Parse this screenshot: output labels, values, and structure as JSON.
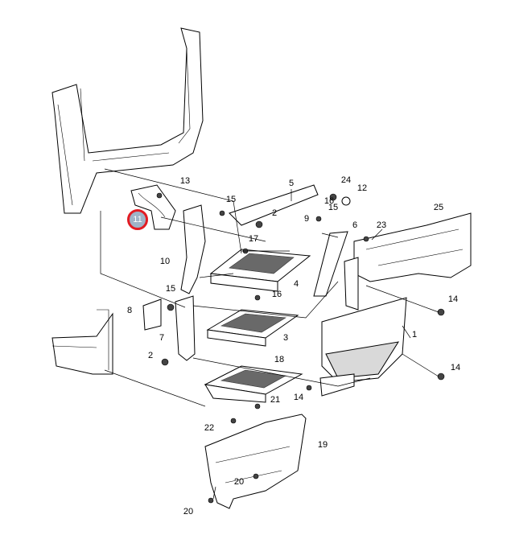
{
  "diagram": {
    "type": "exploded parts diagram",
    "highlighted_callout": "11",
    "highlight_color": "#e21b23",
    "callouts": [
      "13",
      "15",
      "5",
      "24",
      "12",
      "2",
      "9",
      "16",
      "15",
      "6",
      "23",
      "25",
      "17",
      "10",
      "4",
      "15",
      "16",
      "8",
      "7",
      "3",
      "14",
      "1",
      "2",
      "18",
      "14",
      "14",
      "21",
      "22",
      "19",
      "20",
      "20"
    ]
  }
}
